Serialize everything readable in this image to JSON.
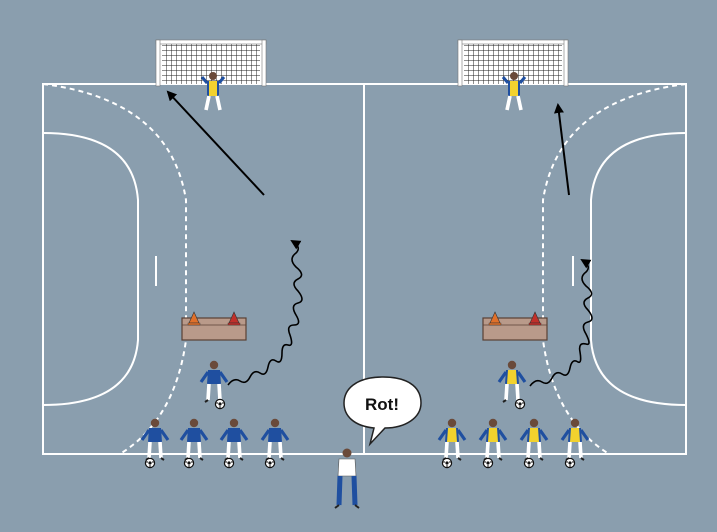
{
  "colors": {
    "court": "#8a9eae",
    "line": "#ffffff",
    "team_blue": "#1f4fa0",
    "team_yellow": "#f2d22e",
    "referee_shirt": "#ffffff",
    "bench": "#b99a8a"
  },
  "speech_bubble": {
    "text": "Rot!"
  },
  "icons": [
    "goal-net-icon",
    "traffic-cone-icon",
    "ball-icon",
    "arrow-icon"
  ],
  "drill": {
    "halves": [
      {
        "side": "left",
        "team_color": "blue",
        "queue_players": 4
      },
      {
        "side": "right",
        "team_color": "yellow",
        "queue_players": 4
      }
    ]
  }
}
